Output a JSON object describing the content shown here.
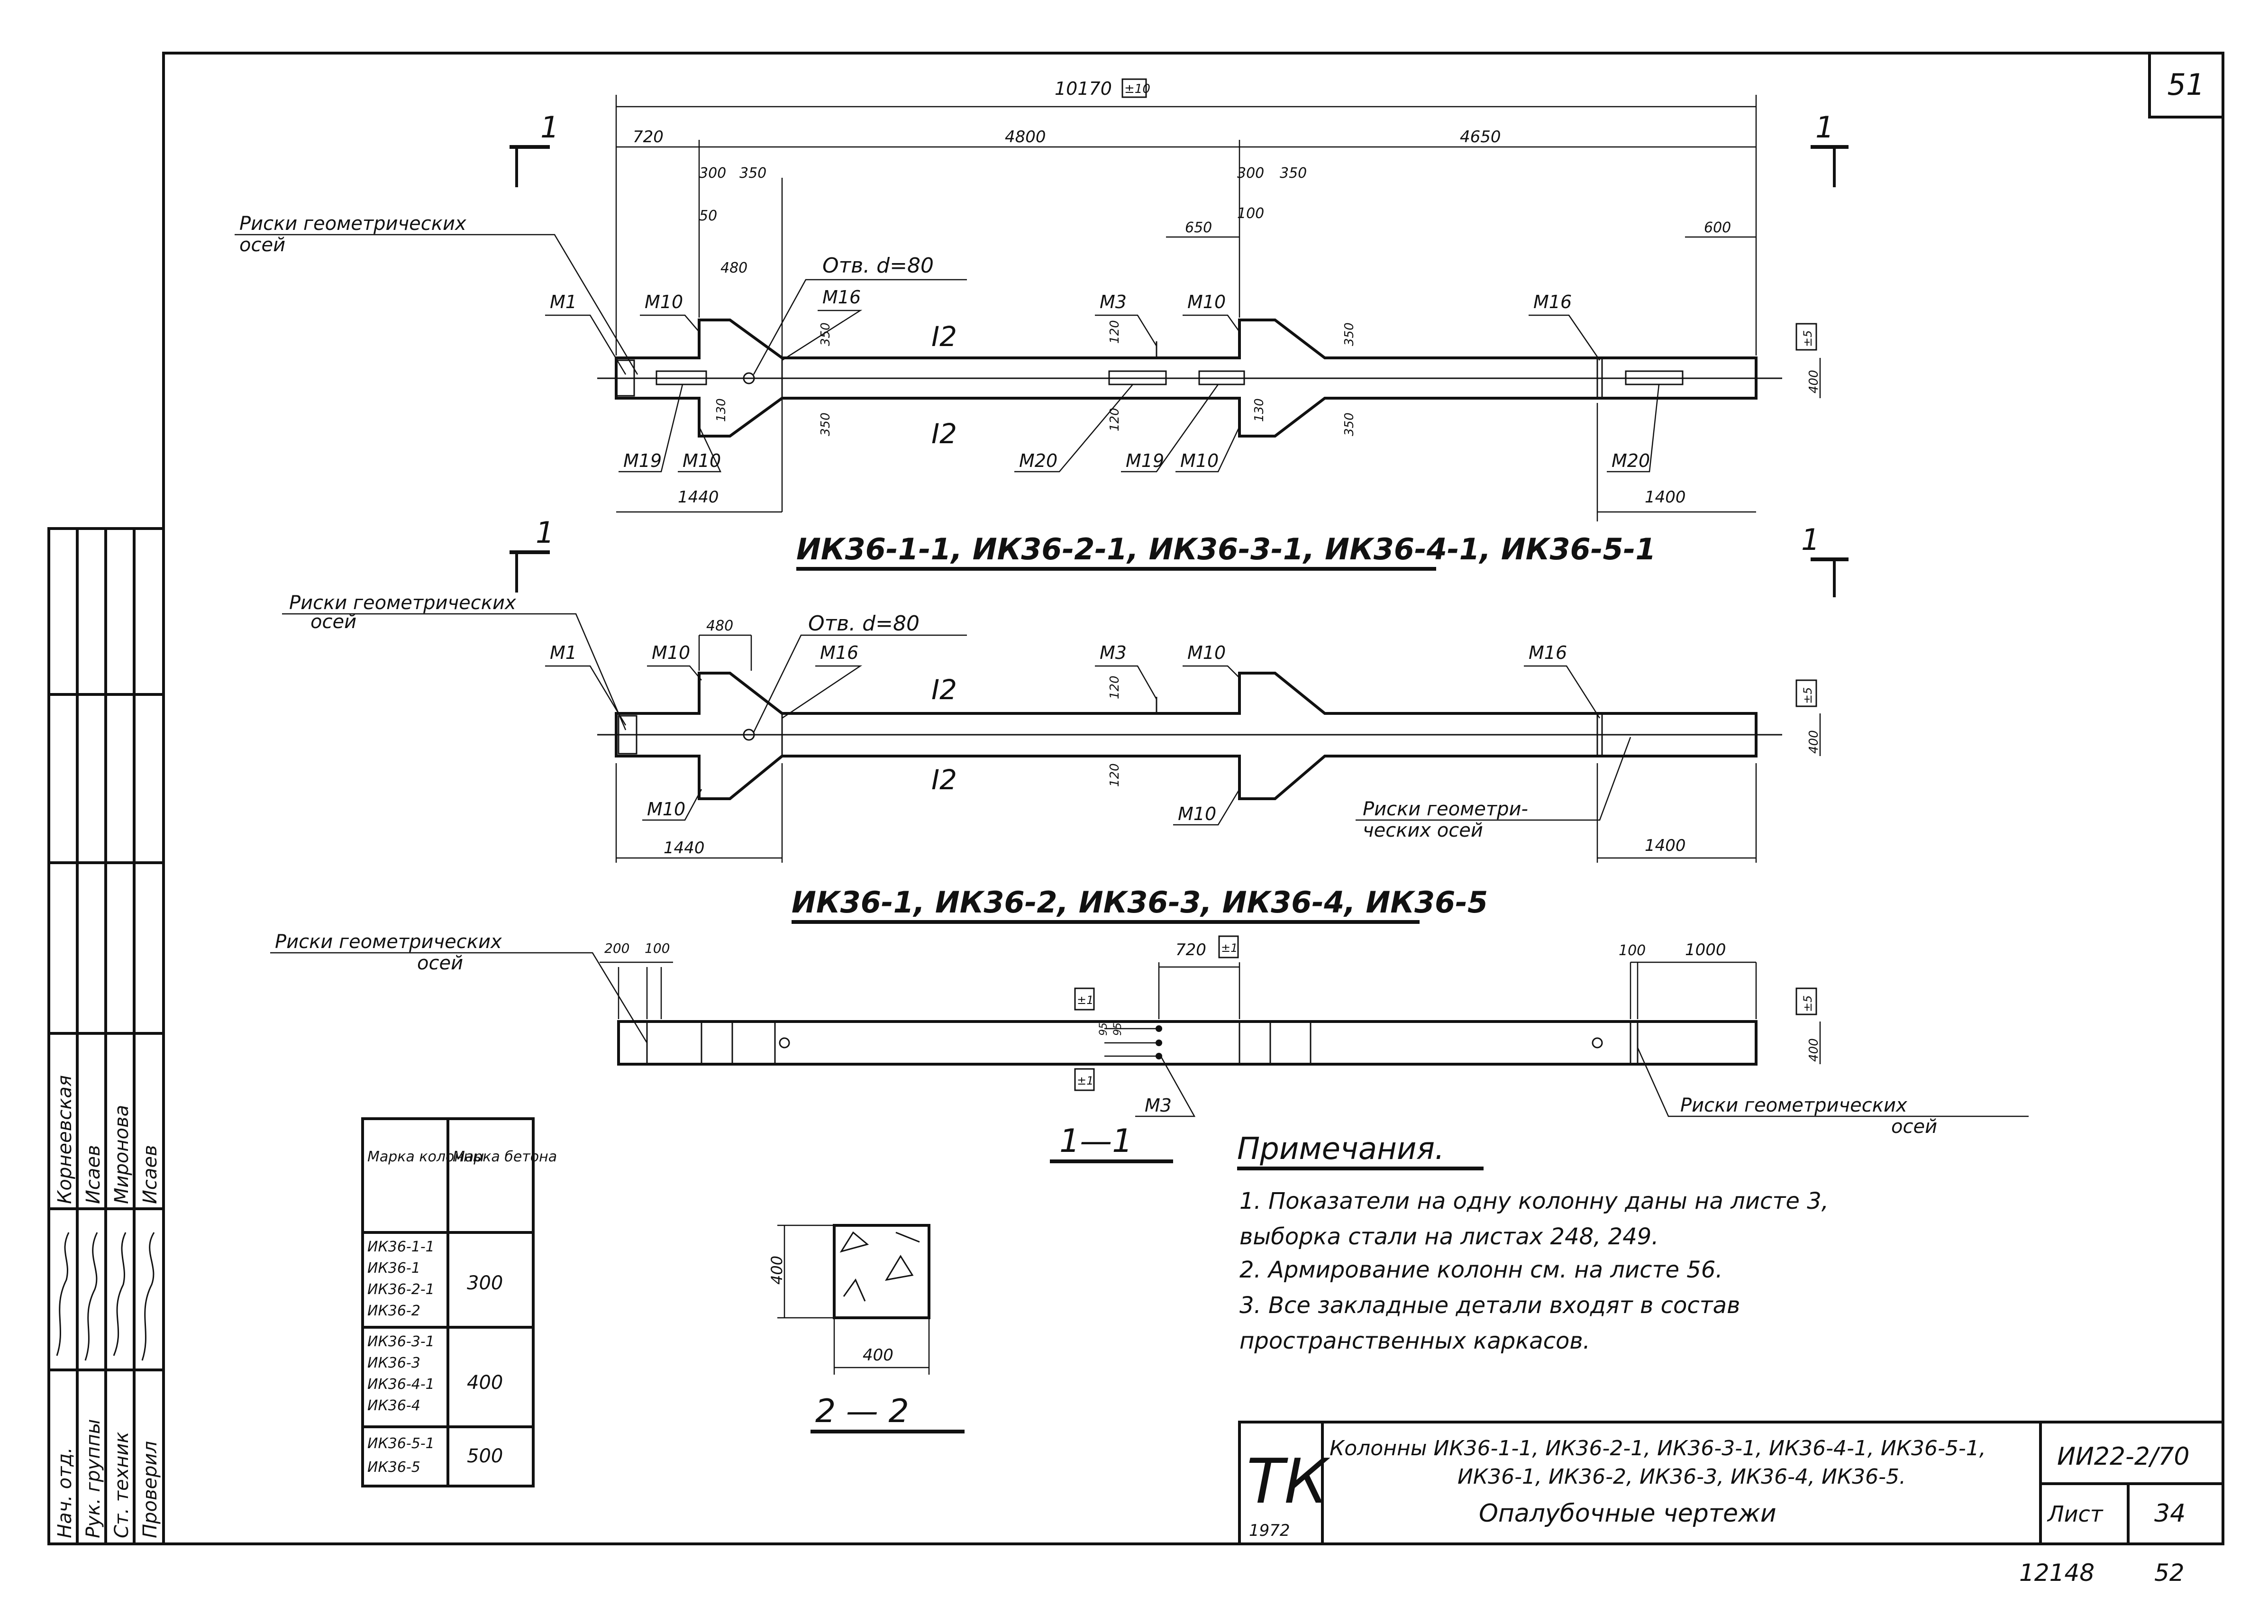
{
  "sheet": {
    "page_no": "51",
    "footer_left": "12148",
    "footer_right": "52"
  },
  "view_top": {
    "cut_mark": "1",
    "dims": {
      "overall": "10170",
      "overall_tol": "±10",
      "d720": "720",
      "d4800": "4800",
      "d4650": "4650",
      "d300a": "300",
      "d350a": "350",
      "d50": "50",
      "d480": "480",
      "d300b": "300",
      "d350b": "350",
      "d650": "650",
      "d100": "100",
      "d600": "600",
      "d350c": "350",
      "d350d": "350",
      "d350e": "350",
      "d350f": "350",
      "d120a": "120",
      "d120b": "120",
      "d130a": "130",
      "d130b": "130",
      "d1440": "1440",
      "d1400": "1400",
      "d400": "400",
      "tol5": "±5"
    },
    "labels": {
      "risk_line1": "Риски геометрических",
      "risk_line2": "осей",
      "hole": "Отв. d=80",
      "m1": "М1",
      "m10a": "М10",
      "m16a": "М16",
      "m3": "М3",
      "m10b": "М10",
      "m16b": "М16",
      "i12a": "I2",
      "i12b": "I2",
      "m19a": "М19",
      "m10c": "М10",
      "m20a": "М20",
      "m19b": "М19",
      "m10d": "М10",
      "m20b": "М20"
    },
    "caption": "ИК36-1-1, ИК36-2-1, ИК36-3-1, ИК36-4-1, ИК36-5-1"
  },
  "view_mid": {
    "cut_mark": "1",
    "dims": {
      "d480": "480",
      "d120a": "120",
      "d120b": "120",
      "d1440": "1440",
      "d1400": "1400",
      "d400": "400",
      "tol5": "±5"
    },
    "labels": {
      "risk_line1": "Риски геометрических",
      "risk_line2": "осей",
      "hole": "Отв. d=80",
      "m1": "М1",
      "m10a": "М10",
      "m16a": "М16",
      "m3": "М3",
      "m10b": "М10",
      "m16b": "М16",
      "i12a": "I2",
      "i12b": "I2",
      "m10c": "М10",
      "m10d": "М10",
      "risk2_line1": "Риски геометри-",
      "risk2_line2": "ческих осей"
    },
    "caption": "ИК36-1, ИК36-2, ИК36-3, ИК36-4, ИК36-5"
  },
  "view_bottom": {
    "dims": {
      "d200": "200",
      "d100a": "100",
      "d720": "720",
      "tol1a": "±1",
      "d100b": "100",
      "d1000": "1000",
      "tol1b": "±1",
      "d95a": "95",
      "d95b": "95",
      "tol1c": "±1",
      "d400": "400",
      "tol5": "±5"
    },
    "labels": {
      "risk_line1": "Риски геометрических",
      "risk_line2": "осей",
      "m3": "М3",
      "risk2_line1": "Риски геометрических",
      "risk2_line2": "осей"
    },
    "section_mark": "1—1"
  },
  "concrete_table": {
    "headers": [
      "Марка колонны",
      "Марка бетона"
    ],
    "rows": [
      {
        "cols": [
          "ИК36-1-1",
          "ИК36-1",
          "ИК36-2-1",
          "ИК36-2"
        ],
        "grade": "300"
      },
      {
        "cols": [
          "ИК36-3-1",
          "ИК36-3",
          "ИК36-4-1",
          "ИК36-4"
        ],
        "grade": "400"
      },
      {
        "cols": [
          "ИК36-5-1",
          "ИК36-5"
        ],
        "grade": "500"
      }
    ]
  },
  "section_22": {
    "dim_h": "400",
    "dim_v": "400",
    "mark": "2 — 2"
  },
  "notes": {
    "title": "Примечания.",
    "items": [
      "1. Показатели на одну колонну даны на листе 3,",
      "выборка стали на листах 248, 249.",
      "2. Армирование колонн см. на листе 56.",
      "3. Все закладные детали входят в состав",
      "пространственных каркасов."
    ]
  },
  "signatures": {
    "roles": [
      "Нач. отд.",
      "Рук. группы",
      "Ст. техник",
      "Проверил"
    ],
    "names": [
      "Корнеевская",
      "Исаев",
      "Миронова",
      "Исаев"
    ]
  },
  "title_block": {
    "logo": "ТК",
    "year": "1972",
    "line1": "Колонны ИК36-1-1, ИК36-2-1, ИК36-3-1, ИК36-4-1, ИК36-5-1,",
    "line2": "ИК36-1, ИК36-2, ИК36-3, ИК36-4, ИК36-5.",
    "line3": "Опалубочные чертежи",
    "doc_code": "ИИ22-2/70",
    "sheet_label": "Лист",
    "sheet_no": "34"
  }
}
